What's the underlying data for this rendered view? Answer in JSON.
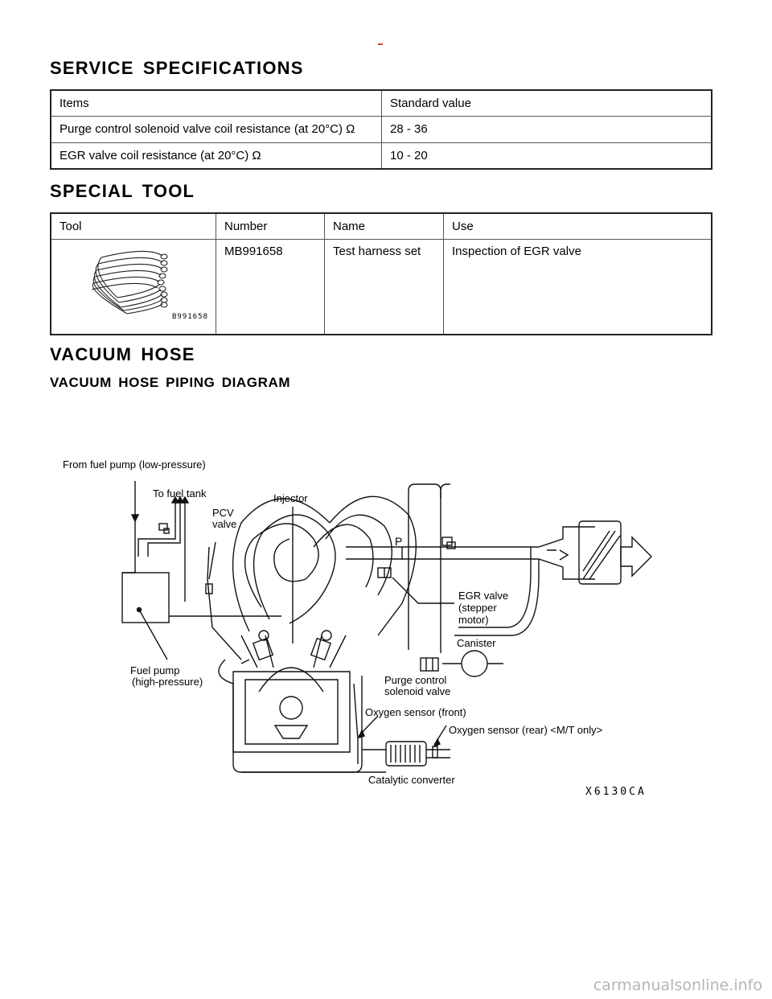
{
  "service_specifications": {
    "title": "SERVICE SPECIFICATIONS",
    "headers": [
      "Items",
      "Standard value"
    ],
    "rows": [
      [
        "Purge control solenoid valve coil resistance (at 20°C) Ω",
        "28 - 36"
      ],
      [
        "EGR valve coil resistance (at 20°C) Ω",
        "10 - 20"
      ]
    ]
  },
  "special_tool": {
    "title": "SPECIAL TOOL",
    "headers": [
      "Tool",
      "Number",
      "Name",
      "Use"
    ],
    "row": {
      "image_code": "B991658",
      "number": "MB991658",
      "name": "Test harness set",
      "use": "Inspection of EGR valve"
    }
  },
  "vacuum_hose": {
    "title": "VACUUM HOSE",
    "subtitle": "VACUUM HOSE PIPING DIAGRAM"
  },
  "diagram": {
    "labels": {
      "from_fuel_pump": "From fuel pump (low-pressure)",
      "to_fuel_tank": "To fuel tank",
      "pcv_line1": "PCV",
      "pcv_line2": "valve",
      "injector": "Injector",
      "p_marker": "P",
      "egr_line1": "EGR valve",
      "egr_line2": "(stepper",
      "egr_line3": "motor)",
      "canister": "Canister",
      "fuel_pump_line1": "Fuel pump",
      "fuel_pump_line2": "(high-pressure)",
      "purge_line1": "Purge control",
      "purge_line2": "solenoid valve",
      "oxygen_front": "Oxygen sensor (front)",
      "oxygen_rear": "Oxygen sensor (rear) <M/T only>",
      "catalytic": "Catalytic converter"
    },
    "figure_id": "X6130CA"
  },
  "watermark": "carmanualsonline.info"
}
